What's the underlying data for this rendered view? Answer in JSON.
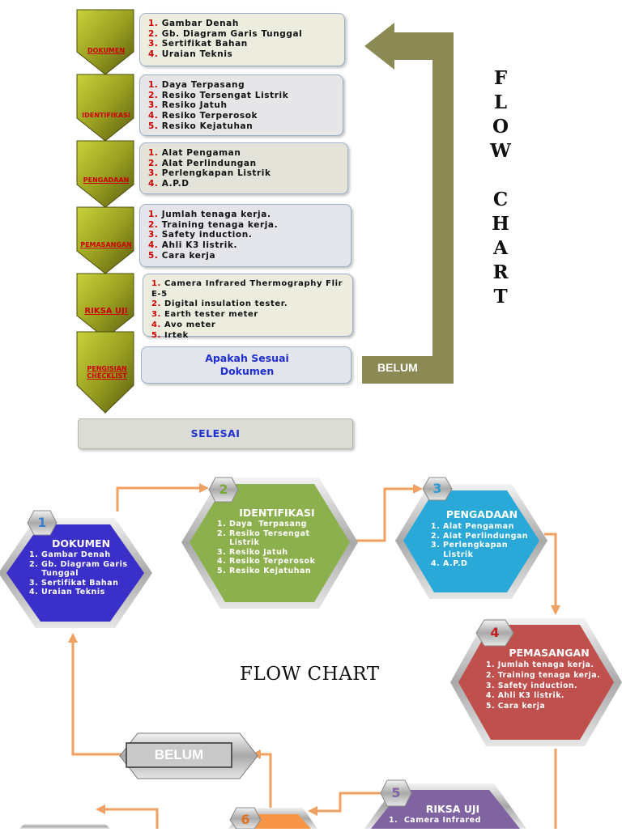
{
  "top": {
    "steps": [
      {
        "label": "DOKUMEN",
        "items": [
          "Gambar Denah",
          "Gb. Diagram Garis Tunggal",
          "Sertifikat Bahan",
          "Uraian Teknis"
        ]
      },
      {
        "label": "IDENTIFIKASI",
        "items": [
          "Daya  Terpasang",
          "Resiko Tersengat Listrik",
          "Resiko Jatuh",
          "Resiko Terperosok",
          "Resiko Kejatuhan"
        ]
      },
      {
        "label": "PENGADAAN",
        "items": [
          "Alat Pengaman",
          "Alat Perlindungan",
          "Perlengkapan Listrik",
          "A.P.D"
        ]
      },
      {
        "label": "PEMASANGAN",
        "items": [
          "Jumlah tenaga kerja.",
          "Training tenaga kerja.",
          "Safety induction.",
          "Ahli K3 listrik.",
          "Cara kerja"
        ]
      },
      {
        "label": "RIKSA UJI",
        "items": [
          "Camera Infrared Thermography Flir E-5",
          "Digital insulation tester.",
          "Earth tester meter",
          "Avo meter",
          "Irtek"
        ]
      },
      {
        "label": "PENGISIAN CHECKLIST"
      }
    ],
    "decision": "Apakah Sesuai Dokumen",
    "belum": "BELUM",
    "selesai": "SELESAI",
    "vertical_title": [
      "F",
      "L",
      "O",
      "W",
      "",
      "C",
      "H",
      "A",
      "R",
      "T"
    ]
  },
  "bottom": {
    "title": "FLOW CHART",
    "belum": "BELUM",
    "hexes": [
      {
        "num": "1",
        "title": "DOKUMEN",
        "items": [
          "1. Gambar Denah",
          "2. Gb. Diagram Garis",
          "    Tunggal",
          "3. Sertifikat Bahan",
          "4. Uraian Teknis"
        ],
        "color": "#3a2fc8"
      },
      {
        "num": "2",
        "title": "IDENTIFIKASI",
        "items": [
          "1. Daya  Terpasang",
          "2. Resiko Tersengat",
          "    Listrik",
          "3. Resiko Jatuh",
          "4. Resiko Terperosok",
          "5. Resiko Kejatuhan"
        ],
        "color": "#8db04e"
      },
      {
        "num": "3",
        "title": "PENGADAAN",
        "items": [
          "1. Alat Pengaman",
          "2. Alat Perlindungan",
          "3. Perlengkapan",
          "    Listrik",
          "4. A.P.D"
        ],
        "color": "#2aa8d8"
      },
      {
        "num": "4",
        "title": "PEMASANGAN",
        "items": [
          "1. Jumlah tenaga kerja.",
          "2. Training tenaga kerja.",
          "3. Safety induction.",
          "4. Ahli K3 listrik.",
          "5. Cara kerja"
        ],
        "color": "#c0504d"
      },
      {
        "num": "5",
        "title": "RIKSA UJI",
        "items": [
          "1.  Camera Infrared"
        ],
        "color": "#8064a2"
      },
      {
        "num": "6",
        "color": "#f79646"
      }
    ],
    "colors": {
      "arrow": "#f0a060",
      "olive": "#8b8a55"
    }
  }
}
